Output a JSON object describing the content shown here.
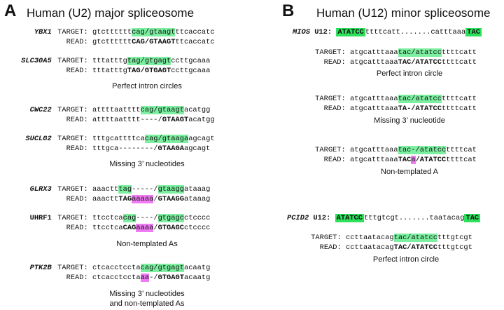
{
  "panel_a": {
    "letter": "A",
    "title": "Human (U2) major spliceosome",
    "blocks": [
      {
        "gene": "YBX1",
        "italic": true,
        "target": [
          [
            "gtctttttt",
            ""
          ],
          [
            "cag/gtaagt",
            "hl"
          ],
          [
            "ttcaccatc",
            ""
          ]
        ],
        "read": [
          [
            "gtctttttt",
            ""
          ],
          [
            "CAG/GTAAGT",
            "b"
          ],
          [
            "ttcaccatc",
            ""
          ]
        ]
      },
      {
        "gene": "SLC30A5",
        "italic": true,
        "target": [
          [
            "tttatttg",
            ""
          ],
          [
            "tag/gtgagt",
            "hl"
          ],
          [
            "ccttgcaaa",
            ""
          ]
        ],
        "read": [
          [
            "tttatttg",
            ""
          ],
          [
            "TAG/GTGAGT",
            "b"
          ],
          [
            "ccttgcaaa",
            ""
          ]
        ]
      },
      {
        "gene": "CWC22",
        "italic": true,
        "target": [
          [
            "attttaatttt",
            ""
          ],
          [
            "cag/gtaagt",
            "hl"
          ],
          [
            "acatgg",
            ""
          ]
        ],
        "read": [
          [
            "attttaatttt----/",
            ""
          ],
          [
            "GTAAGT",
            "b"
          ],
          [
            "acatgg",
            ""
          ]
        ]
      },
      {
        "gene": "SUCLG2",
        "italic": true,
        "target": [
          [
            "tttgcattttca",
            ""
          ],
          [
            "cag/gtaaga",
            "hl"
          ],
          [
            "agcagt",
            ""
          ]
        ],
        "read": [
          [
            "tttgca--------/",
            ""
          ],
          [
            "GTAAGA",
            "b"
          ],
          [
            "agcagt",
            ""
          ]
        ]
      },
      {
        "gene": "GLRX3",
        "italic": true,
        "target": [
          [
            "aaactt",
            ""
          ],
          [
            "tag",
            "hl"
          ],
          [
            "-----/",
            ""
          ],
          [
            "gtaagg",
            "hl"
          ],
          [
            "ataaag",
            ""
          ]
        ],
        "read": [
          [
            "aaactt",
            ""
          ],
          [
            "TAG",
            "b"
          ],
          [
            "aaaaa",
            "hlm"
          ],
          [
            "/",
            ""
          ],
          [
            "GTAAGG",
            "b"
          ],
          [
            "ataaag",
            ""
          ]
        ]
      },
      {
        "gene": "UHRF1",
        "italic": false,
        "target": [
          [
            "ttcctca",
            ""
          ],
          [
            "cag",
            "hl"
          ],
          [
            "----/",
            ""
          ],
          [
            "gtgagc",
            "hl"
          ],
          [
            "ctcccc",
            ""
          ]
        ],
        "read": [
          [
            "ttcctca",
            ""
          ],
          [
            "CAG",
            "b"
          ],
          [
            "aaaa",
            "hlm"
          ],
          [
            "/",
            ""
          ],
          [
            "GTGAGC",
            "b"
          ],
          [
            "ctcccc",
            ""
          ]
        ]
      },
      {
        "gene": "PTK2B",
        "italic": true,
        "target": [
          [
            "ctcacctccta",
            ""
          ],
          [
            "cag/gtgagt",
            "hl"
          ],
          [
            "acaatg",
            ""
          ]
        ],
        "read": [
          [
            "ctcacctccta",
            ""
          ],
          [
            "aa",
            "hlm"
          ],
          [
            "-/",
            ""
          ],
          [
            "GTGAGT",
            "b"
          ],
          [
            "acaatg",
            ""
          ]
        ]
      }
    ],
    "captions": [
      "Perfect intron circles",
      "Missing 3’ nucleotides",
      "Non-templated As",
      "Missing 3’ nucleotides",
      "and non-templated As"
    ]
  },
  "panel_b": {
    "letter": "B",
    "title": "Human (U12) minor spliceosome",
    "genes": [
      {
        "gene": "MIOS",
        "u12_label": "U12:",
        "u12": [
          [
            "ATATCC",
            "box"
          ],
          [
            "ttttcatt.......catttaaa",
            ""
          ],
          [
            "TAC",
            "box"
          ]
        ]
      },
      {
        "gene": "PCID2",
        "u12_label": "U12:",
        "u12": [
          [
            "ATATCC",
            "box"
          ],
          [
            "tttgtcgt.......taatacag",
            ""
          ],
          [
            "TAC",
            "box"
          ]
        ]
      }
    ],
    "blocks": [
      {
        "target": [
          [
            "atgcatttaaa",
            ""
          ],
          [
            "tac/atatcc",
            "hl"
          ],
          [
            "ttttcatt",
            ""
          ]
        ],
        "read": [
          [
            "atgcatttaaa",
            ""
          ],
          [
            "TAC/ATATCC",
            "b"
          ],
          [
            "ttttcatt",
            ""
          ]
        ]
      },
      {
        "target": [
          [
            "atgcatttaaa",
            ""
          ],
          [
            "tac/atatcc",
            "hl"
          ],
          [
            "ttttcatt",
            ""
          ]
        ],
        "read": [
          [
            "atgcatttaaa",
            ""
          ],
          [
            "TA-/ATATCC",
            "b"
          ],
          [
            "ttttcatt",
            ""
          ]
        ]
      },
      {
        "target": [
          [
            "atgcatttaaa",
            ""
          ],
          [
            "tac-/atatcc",
            "hl"
          ],
          [
            "ttttcat",
            ""
          ]
        ],
        "read": [
          [
            "atgcatttaaa",
            ""
          ],
          [
            "TAC",
            "b"
          ],
          [
            "a",
            "hlm"
          ],
          [
            "/ATATCC",
            "b"
          ],
          [
            "ttttcat",
            ""
          ]
        ]
      },
      {
        "target": [
          [
            "ccttaatacag",
            ""
          ],
          [
            "tac/atatcc",
            "hl"
          ],
          [
            "tttgtcgt",
            ""
          ]
        ],
        "read": [
          [
            "ccttaatacag",
            ""
          ],
          [
            "TAC/ATATCC",
            "b"
          ],
          [
            "tttgtcgt",
            ""
          ]
        ]
      }
    ],
    "captions": [
      "Perfect intron circle",
      "Missing 3’ nucleotide",
      "Non-templated A",
      "Perfect intron circle"
    ]
  },
  "labels": {
    "target": "TARGET:",
    "read": "READ:"
  },
  "colors": {
    "highlight_green": "#7cf0a0",
    "highlight_magenta": "#ef7cf3",
    "box_green": "#2ee05c"
  }
}
